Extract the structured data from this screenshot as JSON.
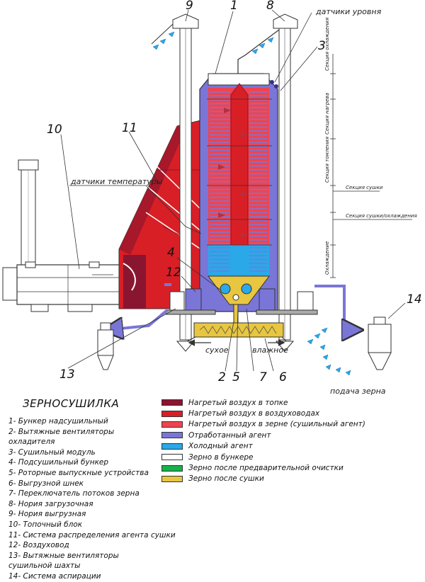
{
  "labels": {
    "level_sensors": "датчики уровня",
    "temp_sensors": "датчики температуры",
    "dry": "сухое",
    "wet": "влажное",
    "grain_feed": "подача зерна"
  },
  "sections": {
    "cooling_top": "Секция охлаждения",
    "heating": "Секция нагрева",
    "tempering": "Секция томления",
    "drying": "Секция сушки",
    "drying_cooling": "Секция сушки/охлаждения",
    "cooling_bottom": "Охлаждение"
  },
  "numbers": {
    "n1": "1",
    "n2": "2",
    "n3": "3",
    "n4": "4",
    "n5": "5",
    "n6": "6",
    "n7": "7",
    "n8": "8",
    "n9": "9",
    "n10": "10",
    "n11": "11",
    "n12": "12",
    "n13": "13",
    "n14": "14"
  },
  "legend": {
    "title": "ЗЕРНОСУШИЛКА",
    "parts": [
      "1- Бункер надсушильный",
      "2- Вытяжные вентиляторы",
      "охладителя",
      "3- Сушильный модуль",
      "4- Подсушильный бункер",
      "5- Роторные выпускные устройства",
      "6- Выгрузной шнек",
      "7- Переключатель потоков зерна",
      "8- Нория загрузочная",
      "9- Нория выгрузная",
      "10- Топочный блок",
      "11- Система распределения агента сушки",
      "12- Воздуховод",
      "13- Вытяжные вентиляторы",
      "сушильной шахты",
      "14- Система аспирации"
    ],
    "colors": [
      {
        "label": "Нагретый воздух в топке",
        "color": "#8a1530"
      },
      {
        "label": "Нагретый воздух в воздуховодах",
        "color": "#d81f26"
      },
      {
        "label": "Нагретый воздух в зерне (сушильный агент)",
        "color": "#ee4450"
      },
      {
        "label": "Отработанный агент",
        "color": "#7a76d8"
      },
      {
        "label": "Холодный агент",
        "color": "#2aa8e8"
      },
      {
        "label": "Зерно в бункере",
        "color": "#ffffff"
      },
      {
        "label": "Зерно после предварительной очистки",
        "color": "#18b04a"
      },
      {
        "label": "Зерно после сушки",
        "color": "#e8c640"
      }
    ]
  },
  "colors": {
    "furnace": "#8a1530",
    "duct": "#d81f26",
    "agent": "#ee4450",
    "exhaust": "#7a76d8",
    "cold": "#2aa8e8",
    "dried": "#e8c640",
    "ink": "#333333"
  }
}
